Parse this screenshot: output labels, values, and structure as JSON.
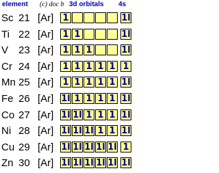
{
  "header": {
    "element_label": "element",
    "credit": "(c) doc b",
    "orbitals_label": "3d orbitals",
    "s_label": "4s"
  },
  "spin_symbols": {
    "single": "1",
    "paired": "1l"
  },
  "rows": [
    {
      "symbol": "Sc",
      "number": "21",
      "core": "[Ar]",
      "d": [
        "1",
        "",
        "",
        "",
        ""
      ],
      "s": "1l"
    },
    {
      "symbol": "Ti",
      "number": "22",
      "core": "[Ar]",
      "d": [
        "1",
        "1",
        "",
        "",
        ""
      ],
      "s": "1l"
    },
    {
      "symbol": "V",
      "number": "23",
      "core": "[Ar]",
      "d": [
        "1",
        "1",
        "1",
        "",
        ""
      ],
      "s": "1l"
    },
    {
      "symbol": "Cr",
      "number": "24",
      "core": "[Ar]",
      "d": [
        "1",
        "1",
        "1",
        "1",
        "1"
      ],
      "s": "1"
    },
    {
      "symbol": "Mn",
      "number": "25",
      "core": "[Ar]",
      "d": [
        "1",
        "1",
        "1",
        "1",
        "1"
      ],
      "s": "1l"
    },
    {
      "symbol": "Fe",
      "number": "26",
      "core": "[Ar]",
      "d": [
        "1l",
        "1",
        "1",
        "1",
        "1"
      ],
      "s": "1l"
    },
    {
      "symbol": "Co",
      "number": "27",
      "core": "[Ar]",
      "d": [
        "1l",
        "1l",
        "1",
        "1",
        "1"
      ],
      "s": "1l"
    },
    {
      "symbol": "Ni",
      "number": "28",
      "core": "[Ar]",
      "d": [
        "1l",
        "1l",
        "1l",
        "1",
        "1"
      ],
      "s": "1l"
    },
    {
      "symbol": "Cu",
      "number": "29",
      "core": "[Ar]",
      "d": [
        "1l",
        "1l",
        "1l",
        "1l",
        "1l"
      ],
      "s": "1"
    },
    {
      "symbol": "Zn",
      "number": "30",
      "core": "[Ar]",
      "d": [
        "1l",
        "1l",
        "1l",
        "1l",
        "1l"
      ],
      "s": "1l"
    }
  ],
  "colors": {
    "box_fill": "#ffff99",
    "box_border": "#000000",
    "arrow": "#000080",
    "heading": "#0000b0"
  }
}
